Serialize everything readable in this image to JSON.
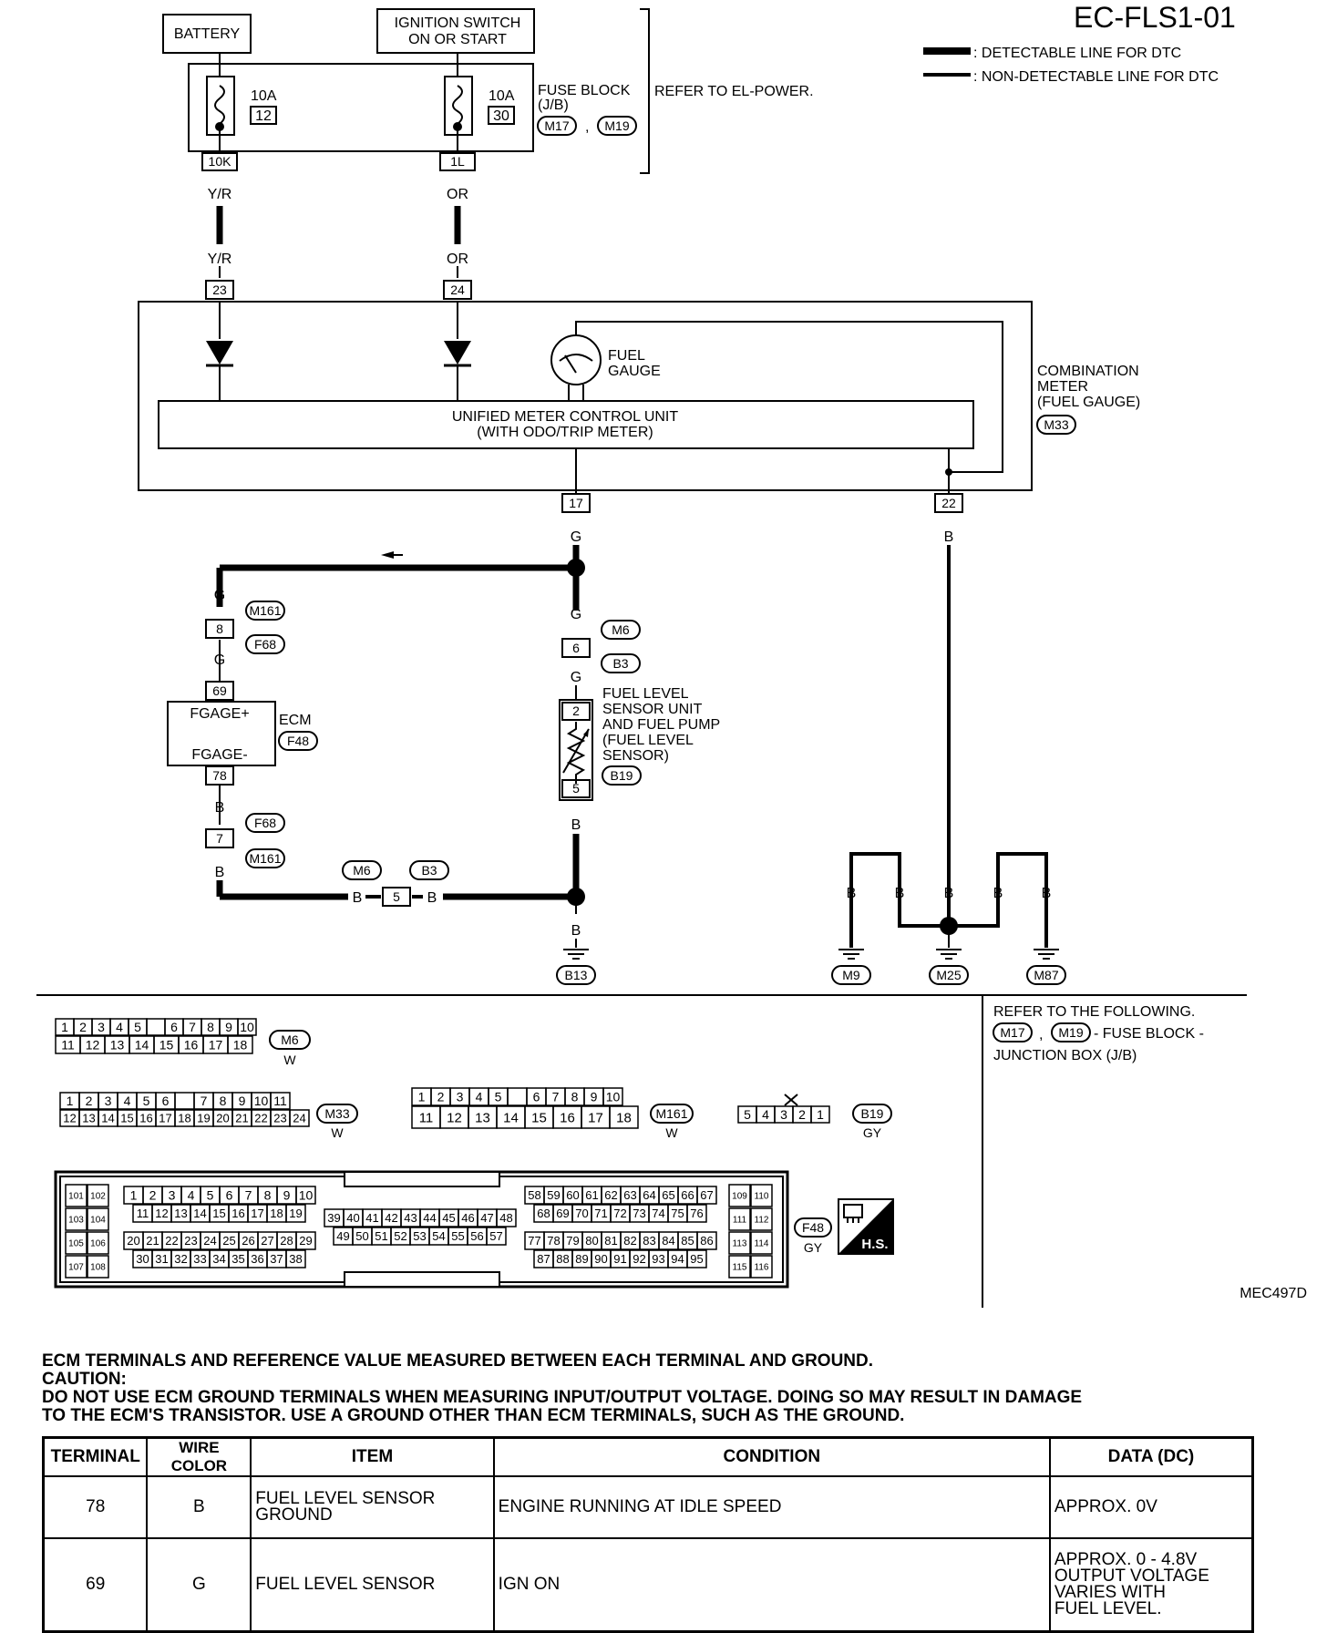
{
  "header": {
    "code": "EC-FLS1-01",
    "legend_detectable": ": DETECTABLE LINE FOR DTC",
    "legend_non_detectable": ": NON-DETECTABLE LINE FOR DTC"
  },
  "power": {
    "battery": "BATTERY",
    "ignition_1": "IGNITION SWITCH",
    "ignition_2": "ON OR START",
    "fuse1_amp": "10A",
    "fuse1_num": "12",
    "fuse2_amp": "10A",
    "fuse2_num": "30",
    "fuse_block_1": "FUSE BLOCK",
    "fuse_block_2": "(J/B)",
    "fuse_conn_1": "M17",
    "fuse_conn_sep": ",",
    "fuse_conn_2": "M19",
    "refer_power": "REFER TO EL-POWER.",
    "conn_10k": "10K",
    "conn_1l": "1L"
  },
  "wires": {
    "yr": "Y/R",
    "or": "OR",
    "g": "G",
    "b": "B"
  },
  "meter": {
    "pin23": "23",
    "pin24": "24",
    "gauge_1": "FUEL",
    "gauge_2": "GAUGE",
    "unit_1": "UNIFIED METER CONTROL UNIT",
    "unit_2": "(WITH ODO/TRIP METER)",
    "name_1": "COMBINATION",
    "name_2": "METER",
    "name_3": "(FUEL GAUGE)",
    "conn": "M33",
    "pin17": "17",
    "pin22": "22"
  },
  "ecm_side": {
    "conn_m161": "M161",
    "conn_f68": "F68",
    "pin8": "8",
    "pin69": "69",
    "fgage_plus": "FGAGE+",
    "fgage_minus": "FGAGE-",
    "pin78": "78",
    "ecm": "ECM",
    "ecm_conn": "F48",
    "pin7": "7"
  },
  "sensor_side": {
    "conn_m6": "M6",
    "conn_b3": "B3",
    "pin6": "6",
    "pin2": "2",
    "pin5": "5",
    "sensor_1": "FUEL LEVEL",
    "sensor_2": "SENSOR UNIT",
    "sensor_3": "AND FUEL PUMP",
    "sensor_4": "(FUEL LEVEL",
    "sensor_5": "SENSOR)",
    "sensor_conn": "B19",
    "joint_pin": "5"
  },
  "grounds": {
    "b13": "B13",
    "m9": "M9",
    "m25": "M25",
    "m87": "M87"
  },
  "connectors": {
    "refer_1": "REFER TO THE FOLLOWING.",
    "refer_m17": "M17",
    "refer_sep": ",",
    "refer_m19": "M19",
    "refer_2": "- FUSE BLOCK -",
    "refer_3": "JUNCTION BOX (J/B)",
    "m6_row1": [
      "1",
      "2",
      "3",
      "4",
      "5",
      "",
      "6",
      "7",
      "8",
      "9",
      "10"
    ],
    "m6_row2": [
      "11",
      "12",
      "13",
      "14",
      "15",
      "16",
      "17",
      "18"
    ],
    "m6_name": "M6",
    "m6_color": "W",
    "m33_row1": [
      "1",
      "2",
      "3",
      "4",
      "5",
      "6",
      "",
      "7",
      "8",
      "9",
      "10",
      "11"
    ],
    "m33_row2": [
      "12",
      "13",
      "14",
      "15",
      "16",
      "17",
      "18",
      "19",
      "20",
      "21",
      "22",
      "23",
      "24"
    ],
    "m33_name": "M33",
    "m33_color": "W",
    "m161_row1": [
      "1",
      "2",
      "3",
      "4",
      "5",
      "",
      "6",
      "7",
      "8",
      "9",
      "10"
    ],
    "m161_row2": [
      "11",
      "12",
      "13",
      "14",
      "15",
      "16",
      "17",
      "18"
    ],
    "m161_name": "M161",
    "m161_color": "W",
    "b19_pins": [
      "5",
      "4",
      "3",
      "2",
      "1"
    ],
    "b19_name": "B19",
    "b19_color": "GY",
    "f48_left": [
      "101",
      "102",
      "103",
      "104",
      "105",
      "106",
      "107",
      "108"
    ],
    "f48_a1": [
      "1",
      "2",
      "3",
      "4",
      "5",
      "6",
      "7",
      "8",
      "9",
      "10"
    ],
    "f48_a2": [
      "11",
      "12",
      "13",
      "14",
      "15",
      "16",
      "17",
      "18",
      "19"
    ],
    "f48_a3": [
      "20",
      "21",
      "22",
      "23",
      "24",
      "25",
      "26",
      "27",
      "28",
      "29"
    ],
    "f48_a4": [
      "30",
      "31",
      "32",
      "33",
      "34",
      "35",
      "36",
      "37",
      "38"
    ],
    "f48_b1": [
      "39",
      "40",
      "41",
      "42",
      "43",
      "44",
      "45",
      "46",
      "47",
      "48"
    ],
    "f48_b2": [
      "49",
      "50",
      "51",
      "52",
      "53",
      "54",
      "55",
      "56",
      "57"
    ],
    "f48_c1": [
      "58",
      "59",
      "60",
      "61",
      "62",
      "63",
      "64",
      "65",
      "66",
      "67"
    ],
    "f48_c2": [
      "68",
      "69",
      "70",
      "71",
      "72",
      "73",
      "74",
      "75",
      "76"
    ],
    "f48_c3": [
      "77",
      "78",
      "79",
      "80",
      "81",
      "82",
      "83",
      "84",
      "85",
      "86"
    ],
    "f48_c4": [
      "87",
      "88",
      "89",
      "90",
      "91",
      "92",
      "93",
      "94",
      "95"
    ],
    "f48_right": [
      "109",
      "110",
      "111",
      "112",
      "113",
      "114",
      "115",
      "116"
    ],
    "f48_name": "F48",
    "f48_color": "GY",
    "hs": "H.S."
  },
  "figure_id": "MEC497D",
  "notes": {
    "line1": "ECM TERMINALS AND REFERENCE VALUE MEASURED BETWEEN EACH TERMINAL AND GROUND.",
    "line2": "CAUTION:",
    "line3": "DO NOT USE ECM GROUND TERMINALS WHEN MEASURING INPUT/OUTPUT VOLTAGE. DOING SO MAY RESULT IN DAMAGE",
    "line4": "TO THE ECM'S TRANSISTOR. USE A GROUND OTHER THAN ECM TERMINALS, SUCH AS THE GROUND."
  },
  "table": {
    "headers": [
      "TERMINAL",
      "WIRE COLOR",
      "ITEM",
      "CONDITION",
      "DATA (DC)"
    ],
    "rows": [
      {
        "terminal": "78",
        "wire": "B",
        "item_1": "FUEL LEVEL SENSOR",
        "item_2": "GROUND",
        "condition": "ENGINE RUNNING AT IDLE SPEED",
        "data_1": "APPROX. 0V",
        "data_2": "",
        "data_3": "",
        "data_4": ""
      },
      {
        "terminal": "69",
        "wire": "G",
        "item_1": "FUEL LEVEL SENSOR",
        "item_2": "",
        "condition": "IGN ON",
        "data_1": "APPROX. 0 - 4.8V",
        "data_2": "OUTPUT VOLTAGE",
        "data_3": "VARIES WITH",
        "data_4": "FUEL LEVEL."
      }
    ]
  }
}
